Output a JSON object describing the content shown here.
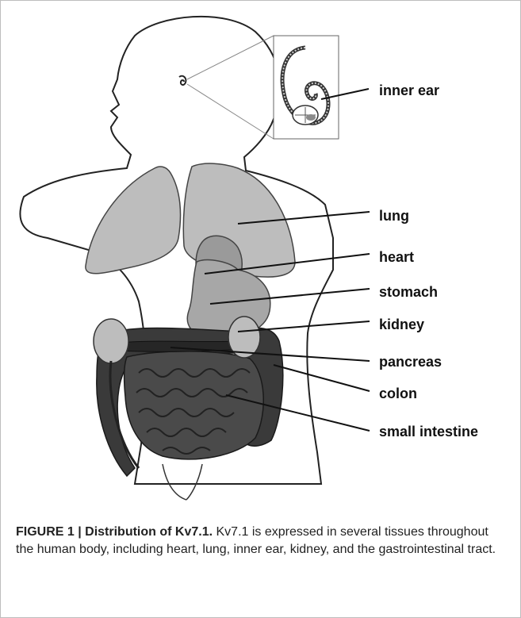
{
  "figure": {
    "labels": {
      "inner_ear": "inner ear",
      "lung": "lung",
      "heart": "heart",
      "stomach": "stomach",
      "kidney": "kidney",
      "pancreas": "pancreas",
      "colon": "colon",
      "small_intestine": "small intestine"
    }
  },
  "caption": {
    "heading": "FIGURE 1 | Distribution of Kv7.1.",
    "body": " Kv7.1 is expressed in several tissues throughout the human body, including heart, lung, inner ear, kidney, and the gastrointestinal tract."
  }
}
